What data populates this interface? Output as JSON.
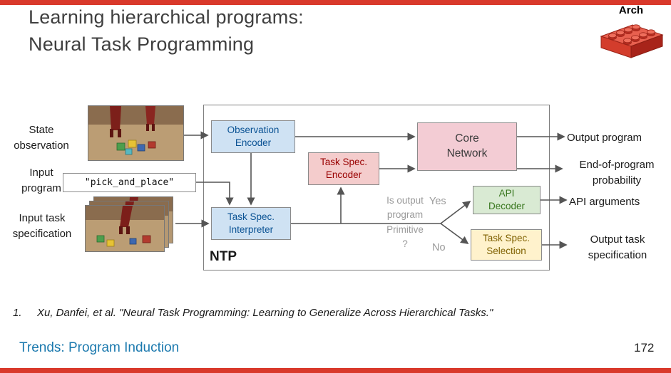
{
  "slide": {
    "title": "Learning hierarchical programs:\nNeural Task Programming",
    "corner_label": "Arch",
    "footnote_number": "1.",
    "footnote_text": "Xu, Danfei, et al. \"Neural Task Programming: Learning to Generalize Across Hierarchical Tasks.\"",
    "footer_left": "Trends: Program Induction",
    "page_number": "172"
  },
  "diagram": {
    "container_label": "NTP",
    "input_labels": {
      "state_observation": "State\nobservation",
      "input_program": "Input\nprogram",
      "input_task_spec": "Input task\nspecification"
    },
    "program_value": "\"pick_and_place\"",
    "nodes": {
      "observation_encoder": "Observation\nEncoder",
      "task_spec_encoder": "Task Spec.\nEncoder",
      "task_spec_interpreter": "Task Spec.\nInterpreter",
      "core_network": "Core\nNetwork",
      "api_decoder": "API\nDecoder",
      "task_spec_selection": "Task Spec.\nSelection"
    },
    "decision": {
      "question": "Is output\nprogram\nPrimitive\n?",
      "yes": "Yes",
      "no": "No"
    },
    "outputs": {
      "output_program": "Output program",
      "end_of_program_probability": "End-of-program\nprobability",
      "api_arguments": "API arguments",
      "output_task_specification": "Output task\nspecification"
    },
    "colors": {
      "accent_red": "#d9392b",
      "box_blue": "#cfe2f3",
      "box_pink": "#f4cccc",
      "box_green": "#d9ead3",
      "box_yellow": "#fff2cc",
      "footer_blue": "#1b79ae"
    }
  }
}
